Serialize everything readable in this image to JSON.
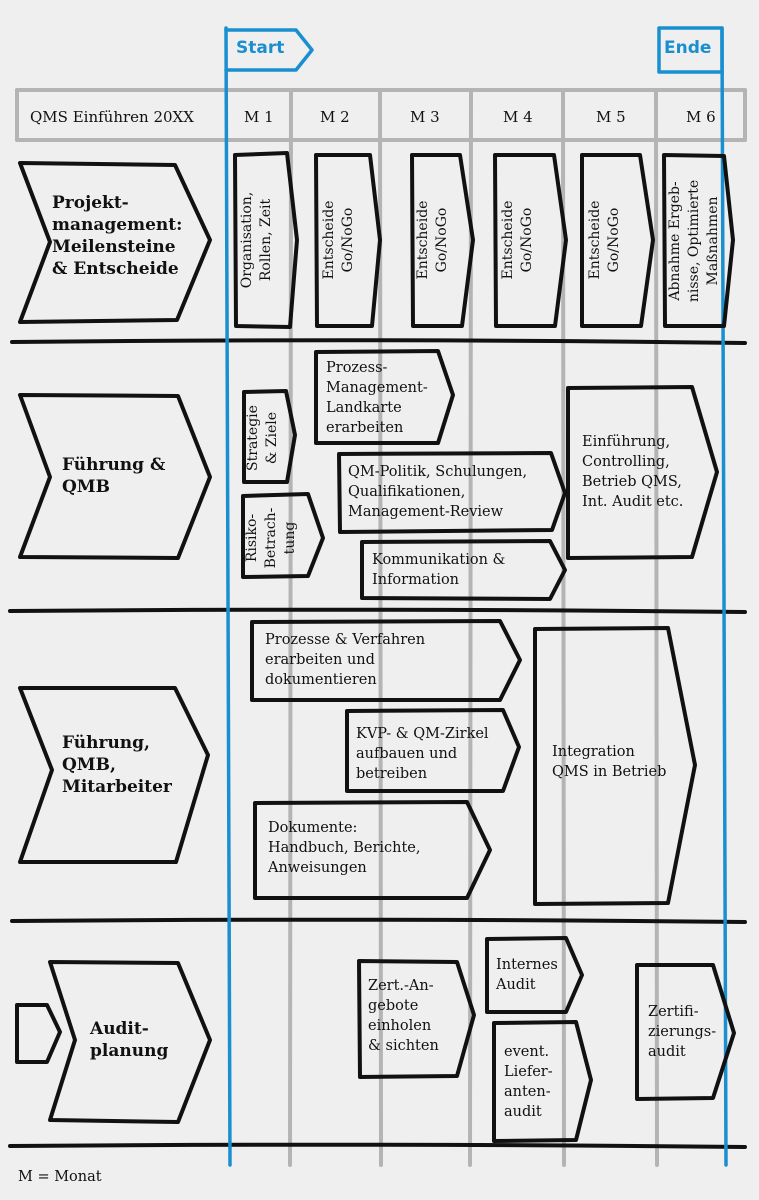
{
  "header": {
    "title": "QMS Einführen 20XX",
    "months": [
      "M 1",
      "M 2",
      "M 3",
      "M 4",
      "M 5",
      "M 6"
    ],
    "start_label": "Start",
    "end_label": "Ende"
  },
  "lanes": {
    "pm": "Projekt-\nmanagement:\nMeilensteine\n& Entscheide",
    "fq": "Führung &\nQMB",
    "fqm": "Führung,\nQMB,\nMitarbeiter",
    "ap": "Audit-\nplanung"
  },
  "pm_boxes": {
    "b1": "Organisation,\nRollen, Zeit",
    "b2": "Entscheide\nGo/NoGo",
    "b3": "Entscheide\nGo/NoGo",
    "b4": "Entscheide\nGo/NoGo",
    "b5": "Entscheide\nGo/NoGo",
    "b6": "Abnahme Ergeb-\nnisse, Optimierte\nMaßnahmen"
  },
  "fq_boxes": {
    "strategie": "Strategie\n& Ziele",
    "risiko": "Risiko-\nBetrach-\ntung",
    "landkarte": "Prozess-\nManagement-\nLandkarte\nerarbeiten",
    "politik": "QM-Politik, Schulungen,\nQualifikationen,\nManagement-Review",
    "kommunikation": "Kommunikation &\nInformation",
    "einfuehrung": "Einführung,\nControlling,\nBetrieb QMS,\nInt. Audit etc."
  },
  "fqm_boxes": {
    "prozesse": "Prozesse & Verfahren\nerarbeiten und\ndokumentieren",
    "kvp": "KVP- & QM-Zirkel\naufbauen und\nbetreiben",
    "dokumente": "Dokumente:\nHandbuch, Berichte,\nAnweisungen",
    "integration": "Integration\nQMS in Betrieb"
  },
  "ap_boxes": {
    "zert_angebote": "Zert.-An-\ngebote\neinholen\n& sichten",
    "internes": "Internes\nAudit",
    "lieferanten": "event.\nLiefer-\nanten-\naudit",
    "zertifizierung": "Zertifi-\nzierungs-\naudit"
  },
  "legend": "M = Monat",
  "colors": {
    "accent": "#1a8fd0",
    "grid": "#b4b4b4",
    "ink": "#111111",
    "background": "#efefef"
  }
}
